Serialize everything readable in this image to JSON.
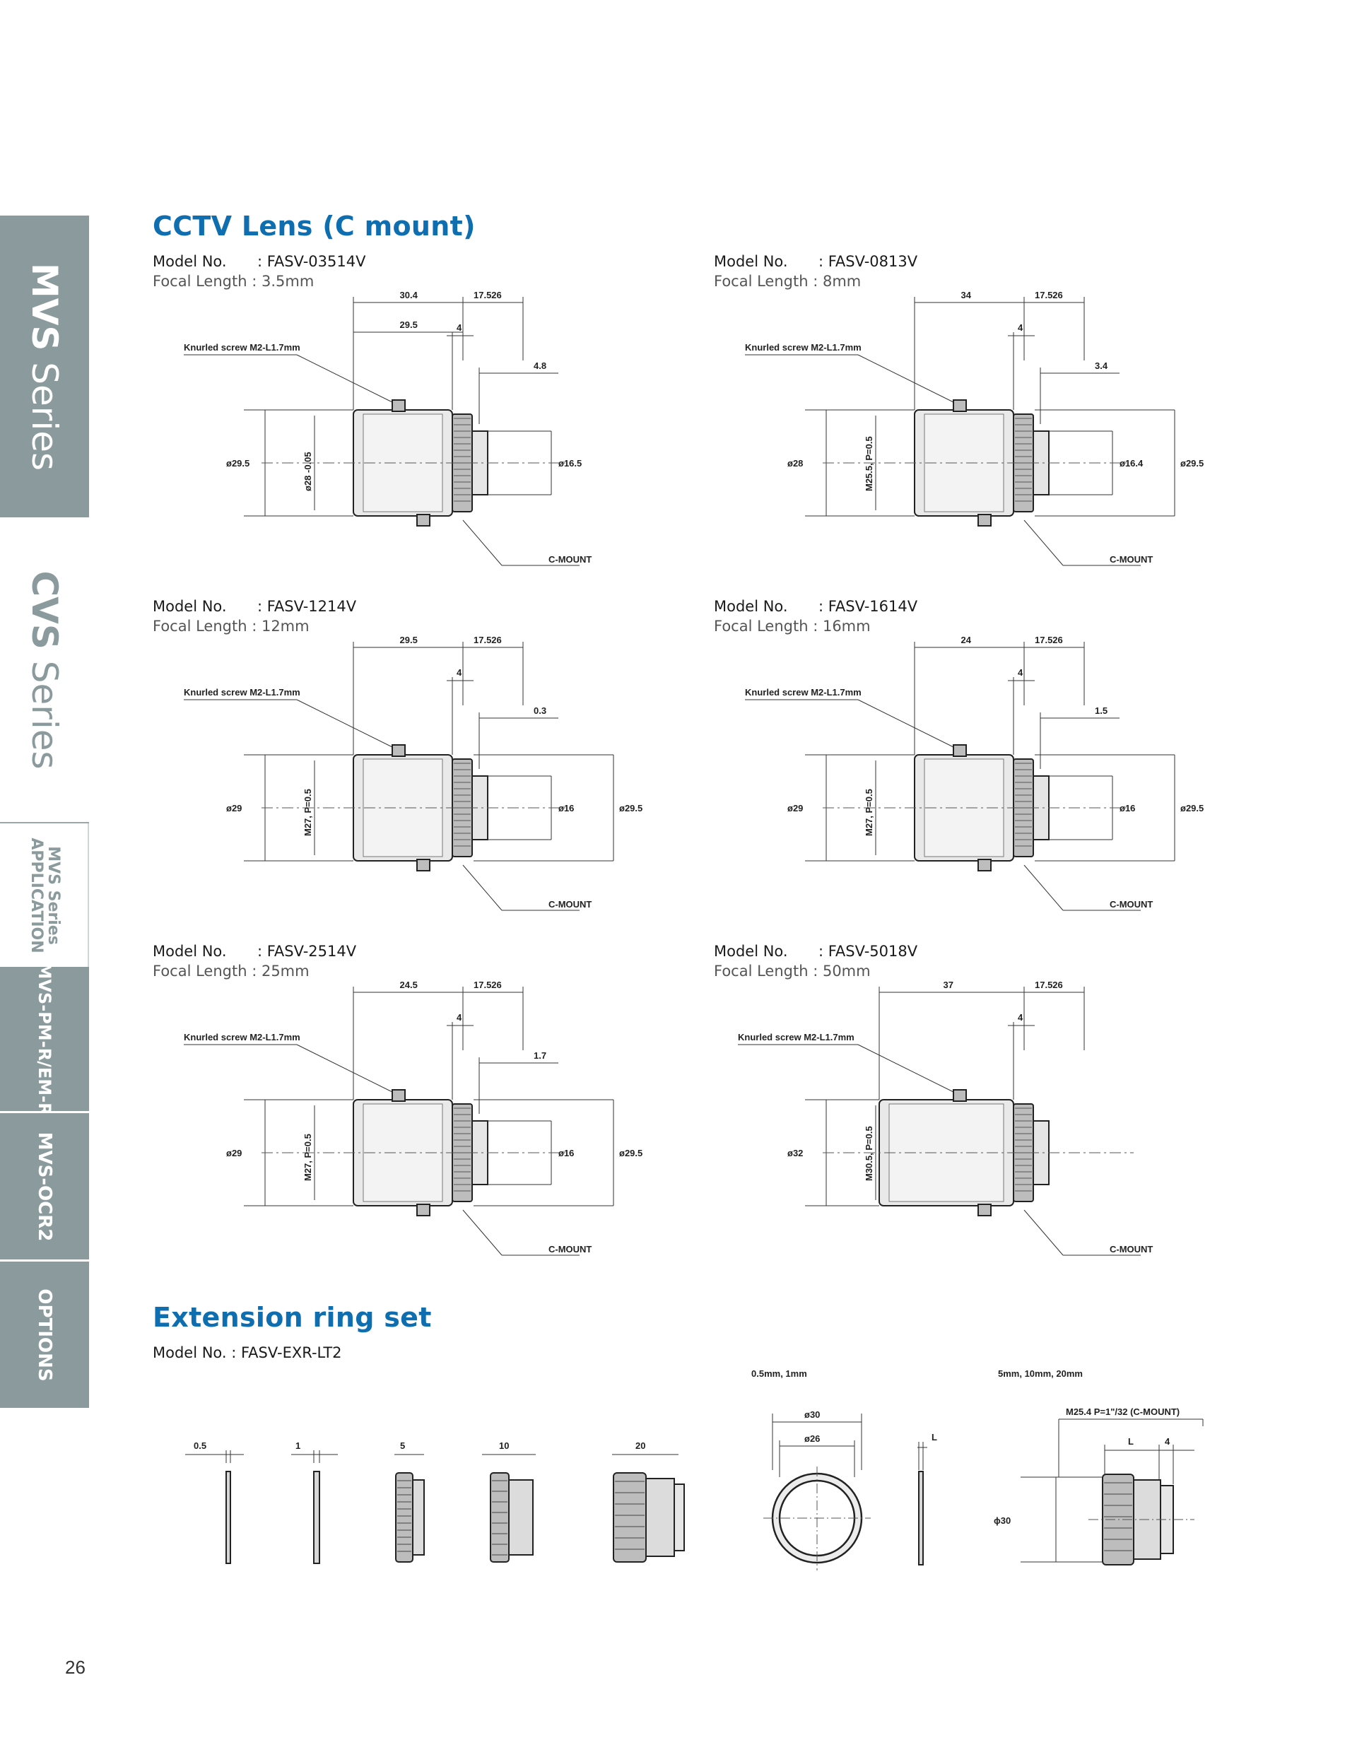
{
  "sidebar": {
    "mvs_bold": "MVS",
    "mvs_light": " Series",
    "cvs_bold": "CVS",
    "cvs_light": " Series",
    "app_line1": "MVS Series",
    "app_line2": "APPLICATION",
    "pm": "MVS-PM-R/EM-R",
    "ocr": "MVS-OCR2",
    "options": "OPTIONS"
  },
  "section_lens": {
    "title": "CCTV Lens (C mount)"
  },
  "model_label": "Model No.",
  "lenses": [
    {
      "model": ": FASV-03514V",
      "focal": "Focal Length : 3.5mm",
      "dims": {
        "top_a": "30.4",
        "top_b": "17.526",
        "mid_a": "29.5",
        "four": "4",
        "right_small": "4.8",
        "screw": "Knurled screw M2-L1.7mm",
        "dia_left": "ø29.5",
        "thread": "ø28 -0.05",
        "dia_back": "ø16.5",
        "dia_right": "",
        "mount": "C-MOUNT"
      }
    },
    {
      "model": ": FASV-0813V",
      "focal": "Focal Length : 8mm",
      "dims": {
        "top_a": "34",
        "top_b": "17.526",
        "mid_a": "",
        "four": "4",
        "right_small": "3.4",
        "screw": "Knurled screw M2-L1.7mm",
        "dia_left": "ø28",
        "thread": "M25.5, P=0.5",
        "dia_back": "ø16.4",
        "dia_right": "ø29.5",
        "mount": "C-MOUNT"
      }
    },
    {
      "model": ": FASV-1214V",
      "focal": "Focal Length : 12mm",
      "dims": {
        "top_a": "29.5",
        "top_b": "17.526",
        "mid_a": "",
        "four": "4",
        "right_small": "0.3",
        "screw": "Knurled screw M2-L1.7mm",
        "dia_left": "ø29",
        "thread": "M27, P=0.5",
        "dia_back": "ø16",
        "dia_right": "ø29.5",
        "mount": "C-MOUNT"
      }
    },
    {
      "model": ": FASV-1614V",
      "focal": "Focal Length : 16mm",
      "dims": {
        "top_a": "24",
        "top_b": "17.526",
        "mid_a": "",
        "four": "4",
        "right_small": "1.5",
        "screw": "Knurled screw M2-L1.7mm",
        "dia_left": "ø29",
        "thread": "M27, P=0.5",
        "dia_back": "ø16",
        "dia_right": "ø29.5",
        "mount": "C-MOUNT"
      }
    },
    {
      "model": ": FASV-2514V",
      "focal": "Focal Length : 25mm",
      "dims": {
        "top_a": "24.5",
        "top_b": "17.526",
        "mid_a": "",
        "four": "4",
        "right_small": "1.7",
        "screw": "Knurled screw M2-L1.7mm",
        "dia_left": "ø29",
        "thread": "M27, P=0.5",
        "dia_back": "ø16",
        "dia_right": "ø29.5",
        "mount": "C-MOUNT"
      }
    },
    {
      "model": ": FASV-5018V",
      "focal": "Focal Length : 50mm",
      "dims": {
        "top_a": "37",
        "top_b": "17.526",
        "mid_a": "",
        "four": "4",
        "right_small": "",
        "screw": "Knurled screw M2-L1.7mm",
        "dia_left": "ø32",
        "thread": "M30.5, P=0.5",
        "dia_back": "",
        "dia_right": "",
        "mount": "C-MOUNT"
      }
    }
  ],
  "section_rings": {
    "title": "Extension ring set",
    "model": "Model No. : FASV-EXR-LT2",
    "group_thin": "0.5mm, 1mm",
    "group_thick": "5mm, 10mm, 20mm",
    "ring_labels": [
      "0.5",
      "1",
      "5",
      "10",
      "20"
    ],
    "outer_dia": "ø30",
    "inner_dia": "ø26",
    "side_L": "L",
    "thread_spec": "M25.4  P=1\"/32 (C-MOUNT)",
    "dim_L": "L",
    "dim_4": "4",
    "dia_30": "ϕ30"
  },
  "page_number": "26"
}
